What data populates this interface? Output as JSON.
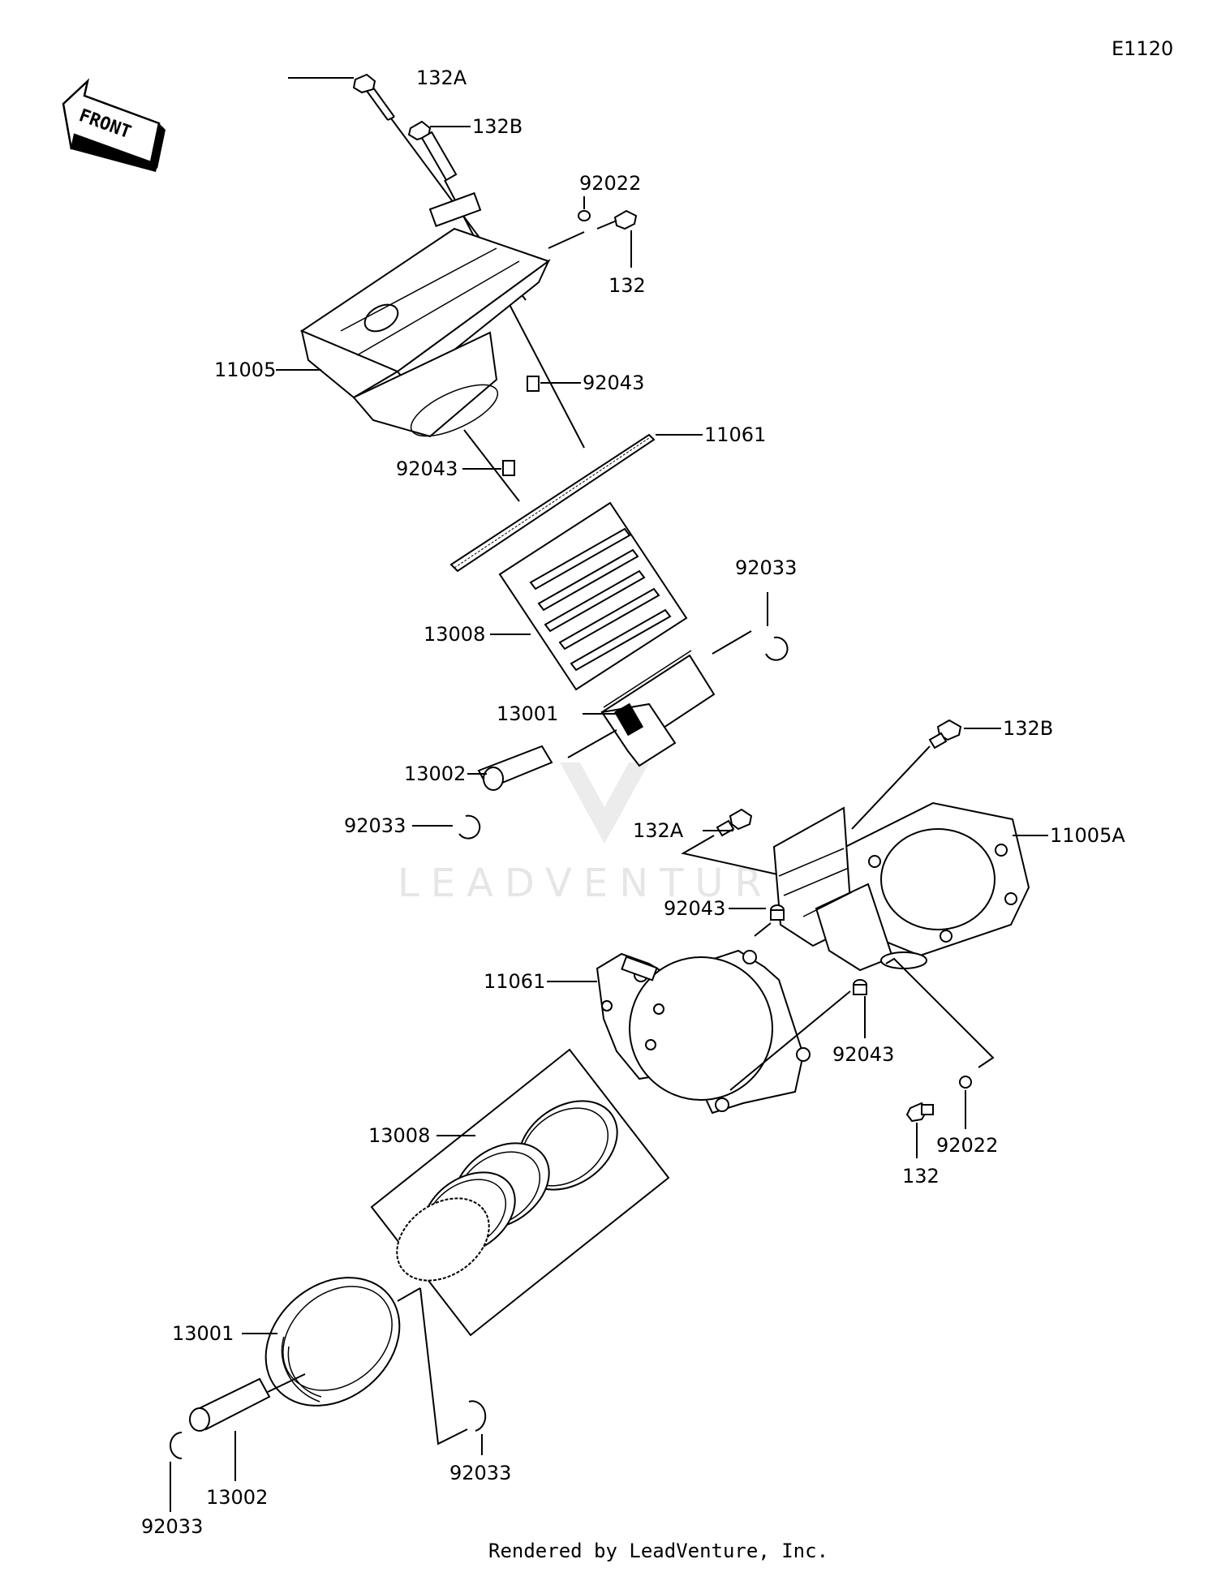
{
  "diagram_code": "E1120",
  "front_arrow_text": "FRONT",
  "watermark": "LEADVENTURE",
  "footer": "Rendered by LeadVenture, Inc.",
  "labels": {
    "top_132A": "132A",
    "top_132B": "132B",
    "top_92022": "92022",
    "top_132": "132",
    "top_11005": "11005",
    "top_92043_a": "92043",
    "top_11061": "11061",
    "top_92043_b": "92043",
    "top_92033_a": "92033",
    "top_13008": "13008",
    "top_13001": "13001",
    "top_13002": "13002",
    "top_92033_b": "92033",
    "right_132B": "132B",
    "right_132A": "132A",
    "right_11005A": "11005A",
    "right_92043_a": "92043",
    "right_11061": "11061",
    "right_92043_b": "92043",
    "right_132": "132",
    "right_92022": "92022",
    "bot_13008": "13008",
    "bot_13001": "13001",
    "bot_13002": "13002",
    "bot_92033_a": "92033",
    "bot_92033_b": "92033"
  }
}
